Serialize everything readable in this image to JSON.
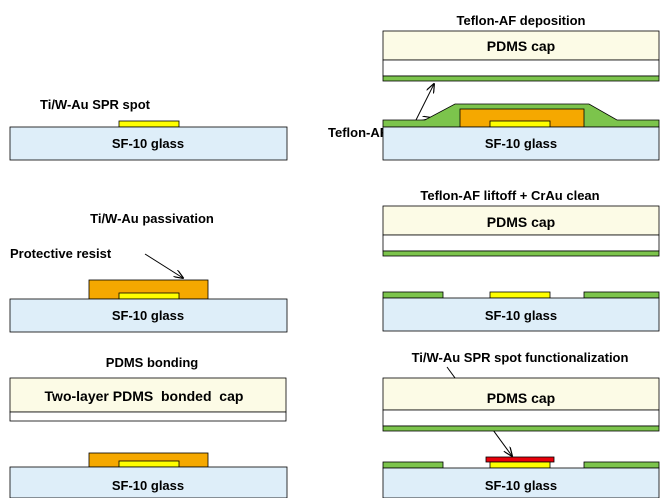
{
  "colors": {
    "glass": "#deeef9",
    "cap": "#fcfbe6",
    "resist": "#f5a800",
    "gold": "#ffff00",
    "teflon": "#7cc44c",
    "functional": "#e8000b",
    "outline": "#000000"
  },
  "steps": {
    "s1": {
      "title": "Ti/W-Au SPR spot",
      "glass": "SF-10 glass"
    },
    "s2": {
      "title": "Ti/W-Au passivation",
      "resist_label": "Protective resist",
      "glass": "SF-10 glass"
    },
    "s3": {
      "title": "PDMS bonding",
      "cap": "Two-layer PDMS  bonded  cap",
      "glass": "SF-10 glass"
    },
    "s4": {
      "title": "Teflon-AF deposition",
      "cap": "PDMS cap",
      "teflon_label": "Teflon-AF",
      "glass": "SF-10 glass"
    },
    "s5": {
      "title": "Teflon-AF liftoff + CrAu clean",
      "cap": "PDMS cap",
      "glass": "SF-10 glass"
    },
    "s6": {
      "title": "Ti/W-Au SPR spot functionalization",
      "cap": "PDMS cap",
      "glass": "SF-10 glass"
    }
  }
}
